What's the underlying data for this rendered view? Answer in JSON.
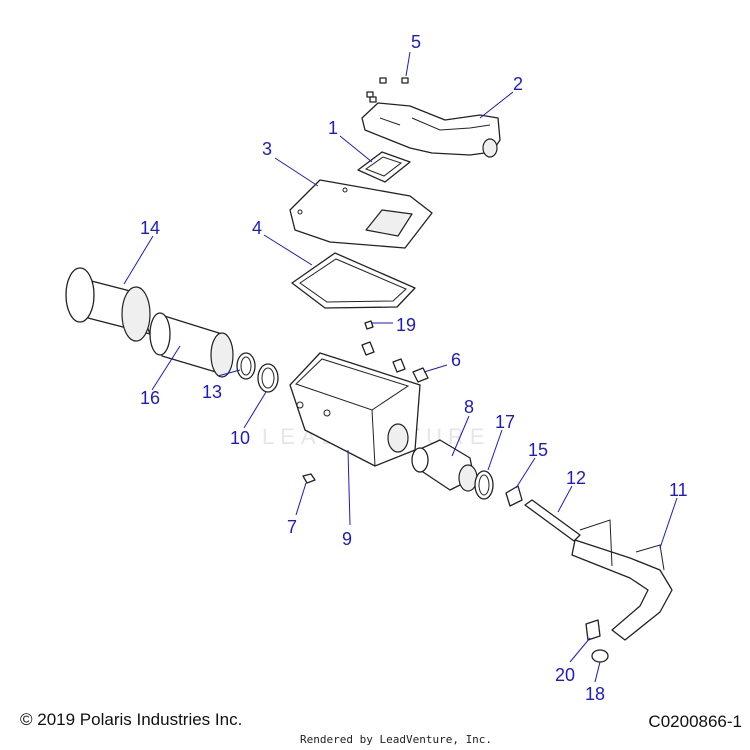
{
  "diagram": {
    "callouts": [
      {
        "id": "1",
        "label": "1"
      },
      {
        "id": "2",
        "label": "2"
      },
      {
        "id": "3",
        "label": "3"
      },
      {
        "id": "4",
        "label": "4"
      },
      {
        "id": "5",
        "label": "5"
      },
      {
        "id": "6",
        "label": "6"
      },
      {
        "id": "7",
        "label": "7"
      },
      {
        "id": "8",
        "label": "8"
      },
      {
        "id": "9",
        "label": "9"
      },
      {
        "id": "10",
        "label": "10"
      },
      {
        "id": "11",
        "label": "11"
      },
      {
        "id": "12",
        "label": "12"
      },
      {
        "id": "13",
        "label": "13"
      },
      {
        "id": "14",
        "label": "14"
      },
      {
        "id": "15",
        "label": "15"
      },
      {
        "id": "16",
        "label": "16"
      },
      {
        "id": "17",
        "label": "17"
      },
      {
        "id": "18",
        "label": "18"
      },
      {
        "id": "19",
        "label": "19"
      },
      {
        "id": "20",
        "label": "20"
      }
    ],
    "callout_color": "#1a1ad0"
  },
  "footer": {
    "copyright": "© 2019 Polaris Industries Inc.",
    "rendered_by": "Rendered by LeadVenture, Inc.",
    "diagram_code": "C0200866-1"
  },
  "watermark": "LEADVENTURE"
}
